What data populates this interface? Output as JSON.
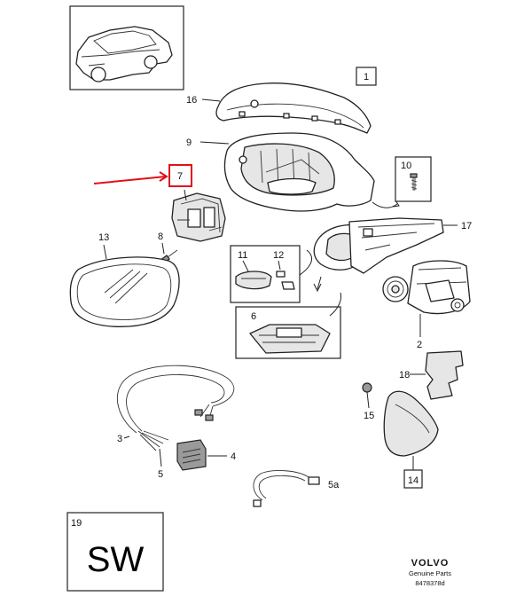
{
  "callouts": {
    "c1": "1",
    "c2": "2",
    "c3": "3",
    "c4": "4",
    "c5": "5",
    "c5a": "5a",
    "c6": "6",
    "c7": "7",
    "c8": "8",
    "c9": "9",
    "c10": "10",
    "c11": "11",
    "c12": "12",
    "c13": "13",
    "c14": "14",
    "c15": "15",
    "c16": "16",
    "c17": "17",
    "c18": "18",
    "c19": "19"
  },
  "sw_label": "SW",
  "brand": {
    "name": "VOLVO",
    "subtitle": "Genuine Parts",
    "code": "8478378d"
  },
  "highlight_color": "#e0101a"
}
